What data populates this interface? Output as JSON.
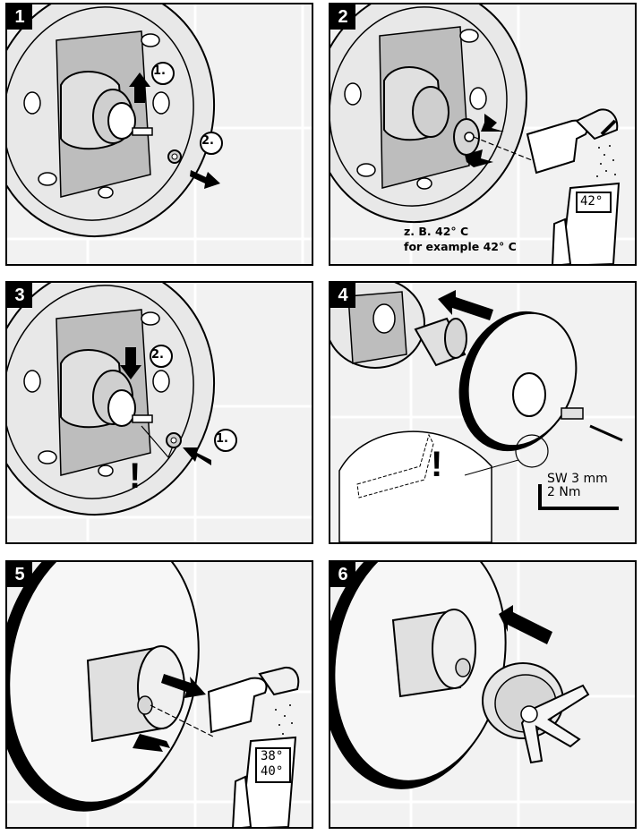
{
  "panels": [
    {
      "number": "1",
      "callouts": [
        "1.",
        "2."
      ]
    },
    {
      "number": "2",
      "display": "42°",
      "caption_line1": "z. B. 42° C",
      "caption_line2": "for example 42° C"
    },
    {
      "number": "3",
      "callouts": [
        "2.",
        "1."
      ],
      "warning": "!"
    },
    {
      "number": "4",
      "warning": "!",
      "spec_line1": "SW 3 mm",
      "spec_line2": "2 Nm"
    },
    {
      "number": "5",
      "display_line1": "38°",
      "display_line2": "40°"
    },
    {
      "number": "6"
    }
  ],
  "colors": {
    "frame": "#000000",
    "wall": "#f2f2f2",
    "tile_grout": "#ffffff",
    "metal": "#d9d9d9"
  }
}
